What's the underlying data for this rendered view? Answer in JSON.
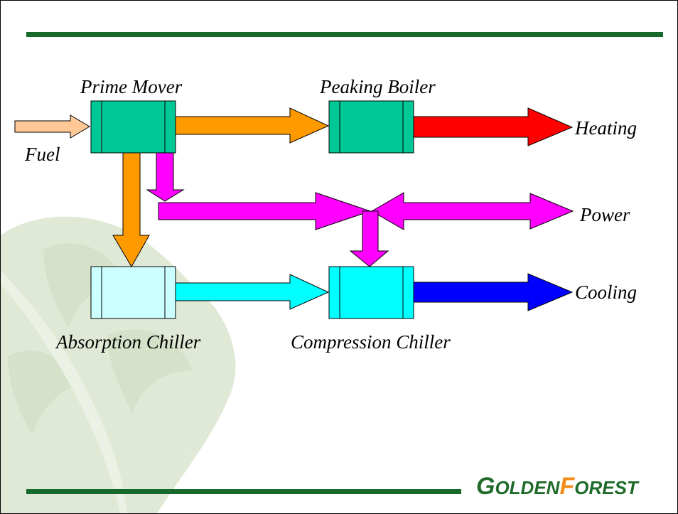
{
  "labels": {
    "prime_mover": "Prime Mover",
    "peaking_boiler": "Peaking Boiler",
    "absorption_chiller": "Absorption Chiller",
    "compression_chiller": "Compression Chiller",
    "fuel": "Fuel",
    "heating": "Heating",
    "power": "Power",
    "cooling": "Cooling"
  },
  "logo": {
    "part1_initial": "G",
    "part1_rest": "OLDEN",
    "part2_initial": "F",
    "part2_rest": "OREST"
  },
  "colors": {
    "rule": "#16692a",
    "box_green": "#00c896",
    "box_cyan_light": "#ccffff",
    "box_cyan": "#00ffff",
    "fuel_arrow": "#ffc896",
    "orange_arrow": "#ff9900",
    "magenta_arrow": "#ff00ff",
    "heating_arrow": "#ff0000",
    "cooling_arrow": "#0000ff",
    "cyan_arrow": "#00ffff",
    "logo_green": "#1f6b2a",
    "logo_orange": "#f28c1a",
    "leaf": "#dbe6cf"
  },
  "icons": {
    "background": "oak-leaf-watermark",
    "logo": "goldenforest-logo"
  }
}
